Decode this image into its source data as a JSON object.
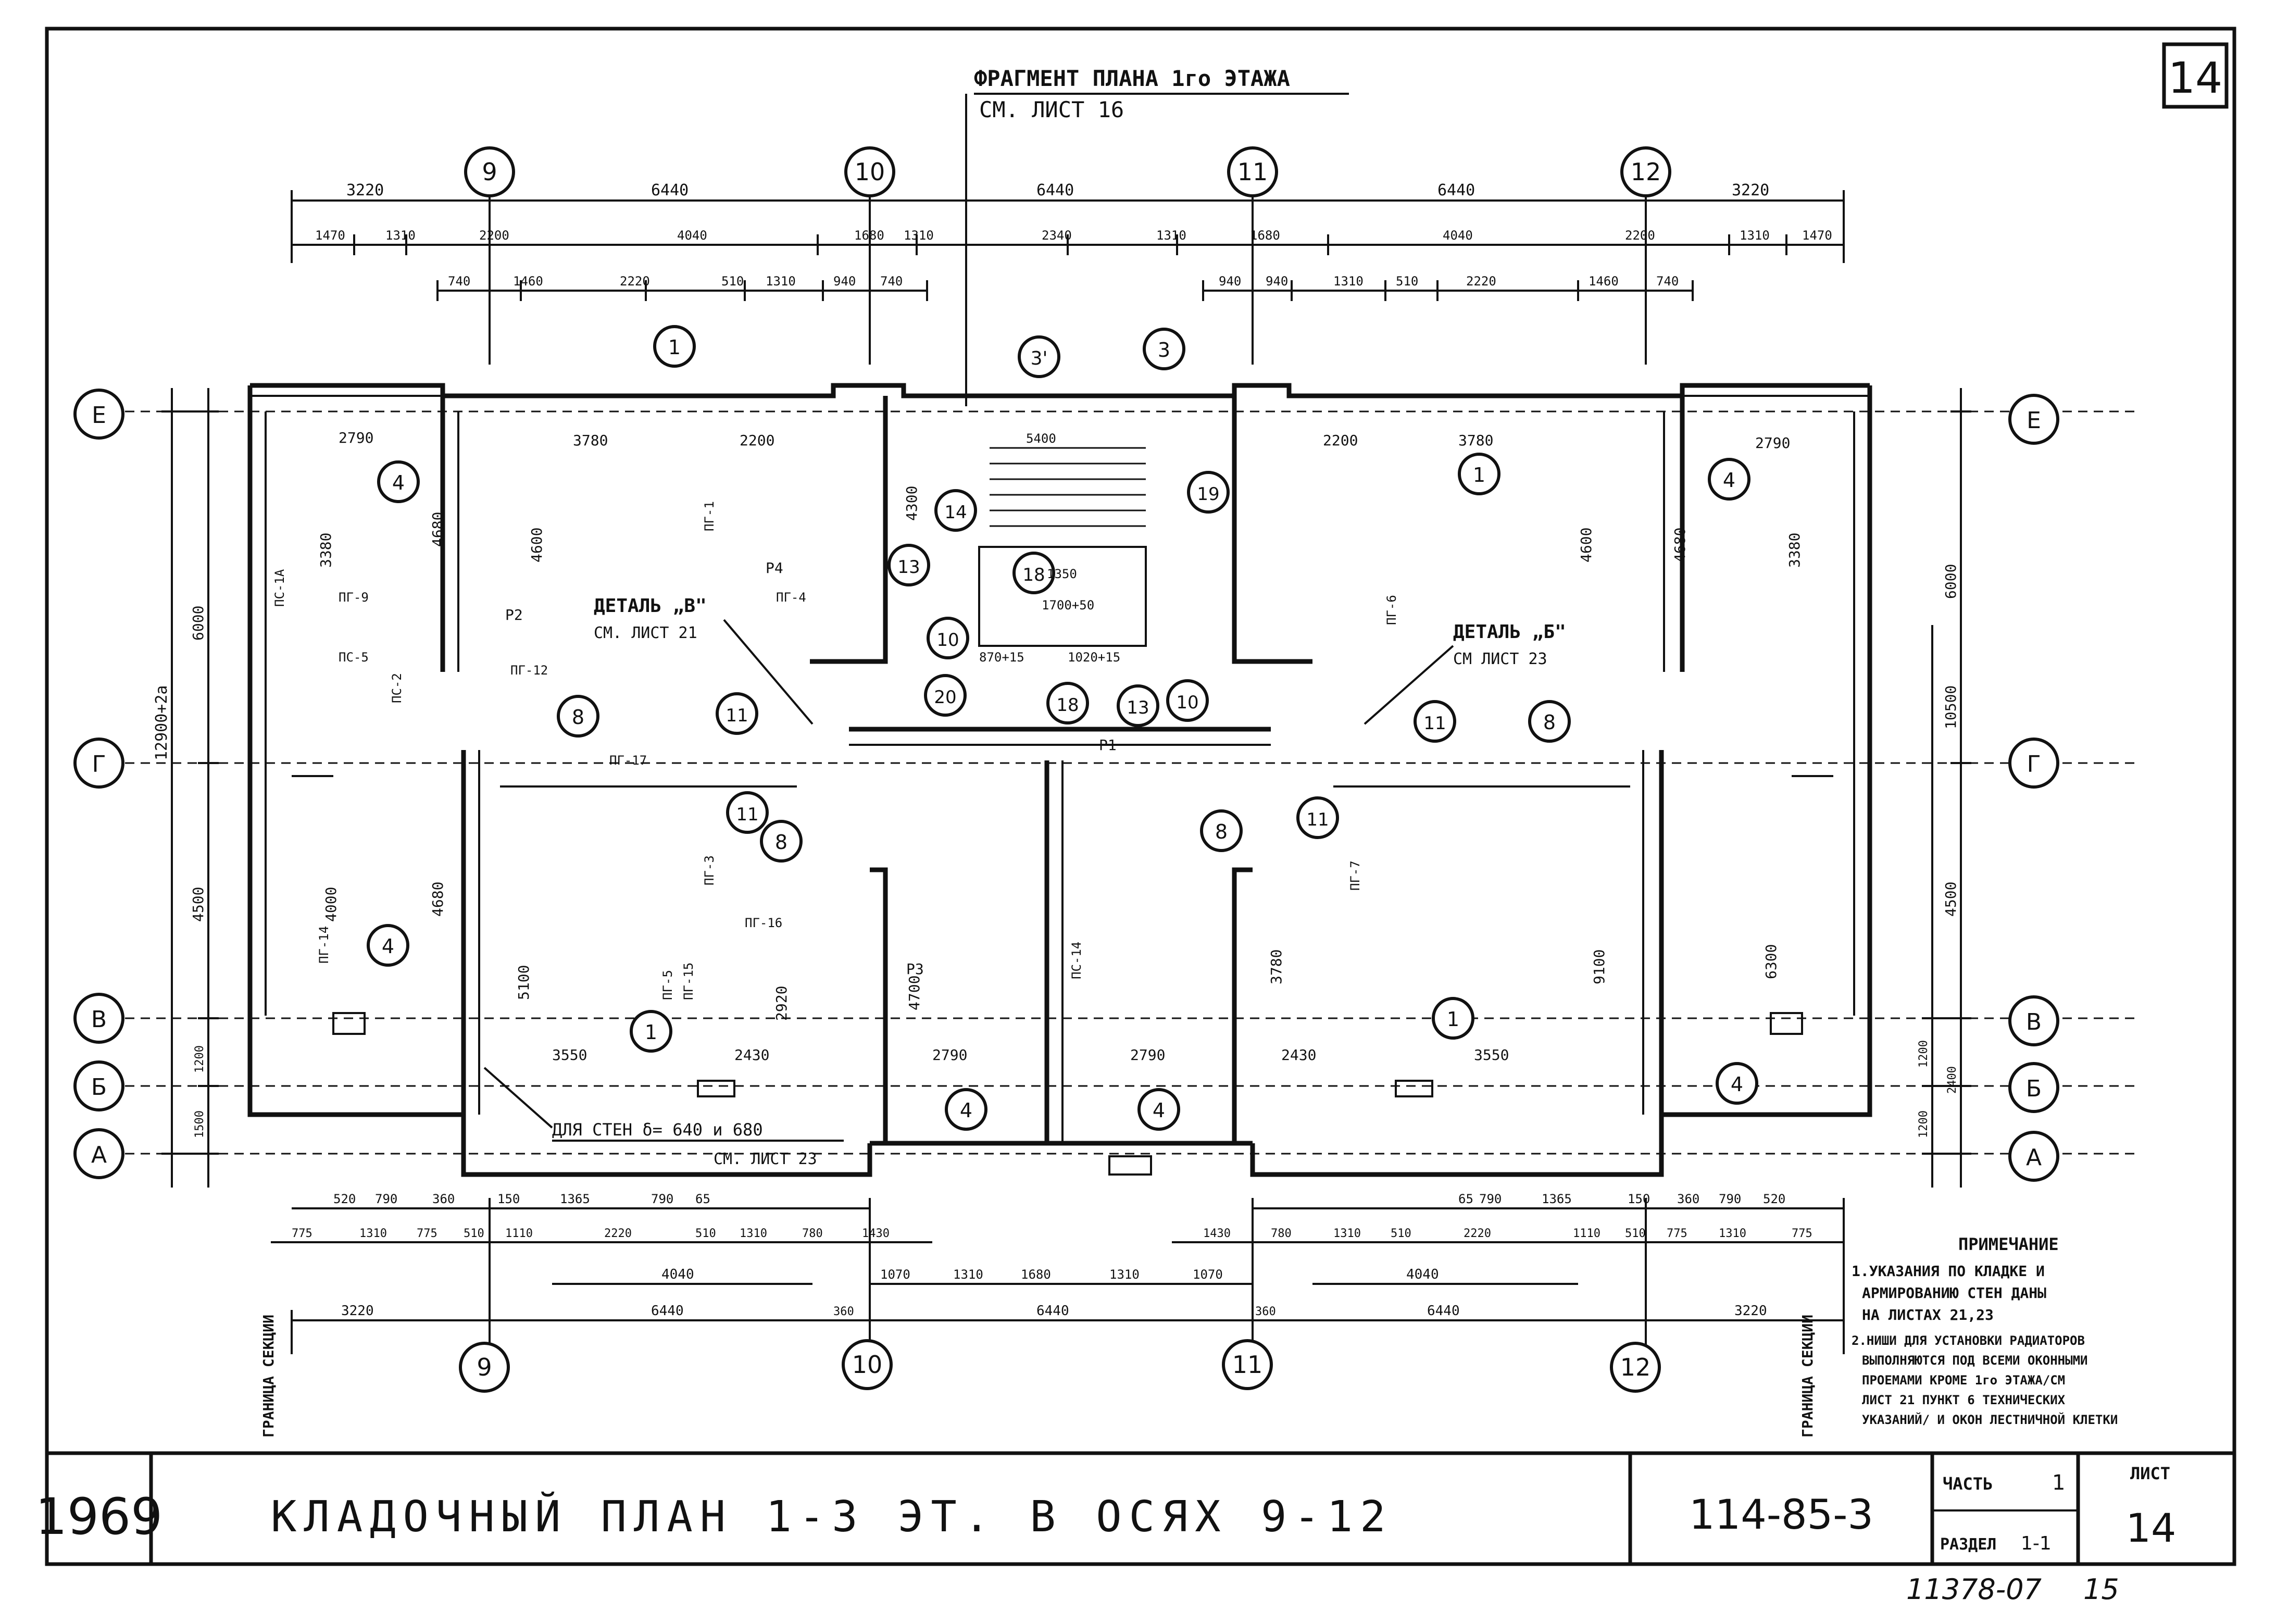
{
  "header": {
    "fragment_title": "ФРАГМЕНТ ПЛАНА 1го ЭТАЖА",
    "fragment_ref": "СМ. ЛИСТ 16",
    "sheet_number_corner": "14"
  },
  "axes": {
    "top": [
      "9",
      "10",
      "11",
      "12"
    ],
    "bottom": [
      "9",
      "10",
      "11",
      "12"
    ],
    "left": [
      "Е",
      "Г",
      "В",
      "Б",
      "А"
    ],
    "right": [
      "Е",
      "Г",
      "В",
      "Б",
      "А"
    ]
  },
  "dimensions": {
    "top_row1": [
      "3220",
      "6440",
      "6440",
      "6440",
      "3220"
    ],
    "top_row2": [
      "1470",
      "1310",
      "2200",
      "4040",
      "1680",
      "1310",
      "2340",
      "1310",
      "1680",
      "4040",
      "2200",
      "1310",
      "1470"
    ],
    "top_row3_left": [
      "740",
      "1460",
      "2220",
      "510",
      "1310",
      "940",
      "740"
    ],
    "top_row3_right": [
      "940",
      "940",
      "1310",
      "510",
      "2220",
      "1460",
      "740"
    ],
    "bottom_row1": [
      "520",
      "790",
      "360",
      "150",
      "1365",
      "790",
      "65",
      "65",
      "790",
      "1365",
      "150",
      "360",
      "790",
      "520"
    ],
    "bottom_row2": [
      "775",
      "1310",
      "775",
      "510",
      "1110",
      "2220",
      "510",
      "1310",
      "780",
      "1430",
      "1430",
      "780",
      "1310",
      "510",
      "2220",
      "1110",
      "510",
      "775",
      "1310",
      "775"
    ],
    "bottom_row3": [
      "4040",
      "1070",
      "1310",
      "1680",
      "1310",
      "1070",
      "4040"
    ],
    "bottom_row4": [
      "3220",
      "6440",
      "360",
      "6440",
      "360",
      "6440",
      "3220"
    ],
    "left_overall": "12900+2а",
    "left_segments": [
      "6000",
      "4500",
      "1200",
      "1500"
    ],
    "right_overall": "10500",
    "right_segments": [
      "6000",
      "4500",
      "1200",
      "2400",
      "1200"
    ]
  },
  "plan_labels": {
    "room_bubbles": [
      "1",
      "1",
      "1",
      "1",
      "3",
      "3'",
      "4",
      "4",
      "4",
      "4",
      "4",
      "4",
      "8",
      "8",
      "8",
      "8",
      "10",
      "10",
      "11",
      "11",
      "11",
      "11",
      "13",
      "13",
      "14",
      "18",
      "18",
      "19",
      "20"
    ],
    "room_dims": [
      "2790",
      "3780",
      "2200",
      "2200",
      "3780",
      "2790",
      "3380",
      "4680",
      "4600",
      "3380",
      "4680",
      "4600",
      "4000",
      "4680",
      "5100",
      "2920",
      "3550",
      "2430",
      "2790",
      "2790",
      "2430",
      "3550",
      "4700",
      "3780",
      "9100",
      "4300",
      "6300"
    ],
    "members": [
      "ПГ-1",
      "ПГ-3",
      "ПГ-5",
      "ПГ-6",
      "ПГ-7",
      "ПГ-9",
      "ПГ-12",
      "ПГ-14",
      "ПГ-15",
      "ПГ-16",
      "ПГ-17",
      "ПС-1А",
      "ПС-2",
      "ПС-5",
      "ПГ-4",
      "ПС-14",
      "Р1",
      "Р2",
      "Р3",
      "Р4"
    ],
    "detail_left_title": "ДЕТАЛЬ „В\"",
    "detail_left_ref": "СМ. ЛИСТ 21",
    "detail_right_title": "ДЕТАЛЬ „Б\"",
    "detail_right_ref": "СМ ЛИСТ 23",
    "wall_note": "ДЛЯ СТЕН δ= 640 и 680",
    "wall_note_ref": "СМ. ЛИСТ 23",
    "stair_dims": [
      "5400",
      "1700+50",
      "1350",
      "870+15",
      "1020+15"
    ],
    "section_border_left": "ГРАНИЦА СЕКЦИИ",
    "section_border_right": "ГРАНИЦА СЕКЦИИ"
  },
  "notes": {
    "title": "ПРИМЕЧАНИЕ",
    "lines": [
      "1.УКАЗАНИЯ ПО КЛАДКЕ И",
      "АРМИРОВАНИЮ СТЕН ДАНЫ",
      "НА ЛИСТАХ 21,23",
      "2.НИШИ ДЛЯ УСТАНОВКИ РАДИАТОРОВ",
      "ВЫПОЛНЯЮТСЯ ПОД ВСЕМИ ОКОННЫМИ",
      "ПРОЕМАМИ КРОМЕ 1го ЭТАЖА/СМ",
      "ЛИСТ 21 ПУНКТ 6 ТЕХНИЧЕСКИХ",
      "УКАЗАНИЙ/ И ОКОН ЛЕСТНИЧНОЙ КЛЕТКИ"
    ]
  },
  "title_block": {
    "year": "1969",
    "title": "КЛАДОЧНЫЙ ПЛАН 1-3 ЭТ. В ОСЯХ 9-12",
    "doc_code": "114-85-3",
    "part_label": "ЧАСТЬ",
    "part_value": "1",
    "section_label": "РАЗДЕЛ",
    "section_value": "1-1",
    "sheet_label": "ЛИСТ",
    "sheet_value": "14",
    "archive_number": "11378-07",
    "page_number": "15"
  }
}
